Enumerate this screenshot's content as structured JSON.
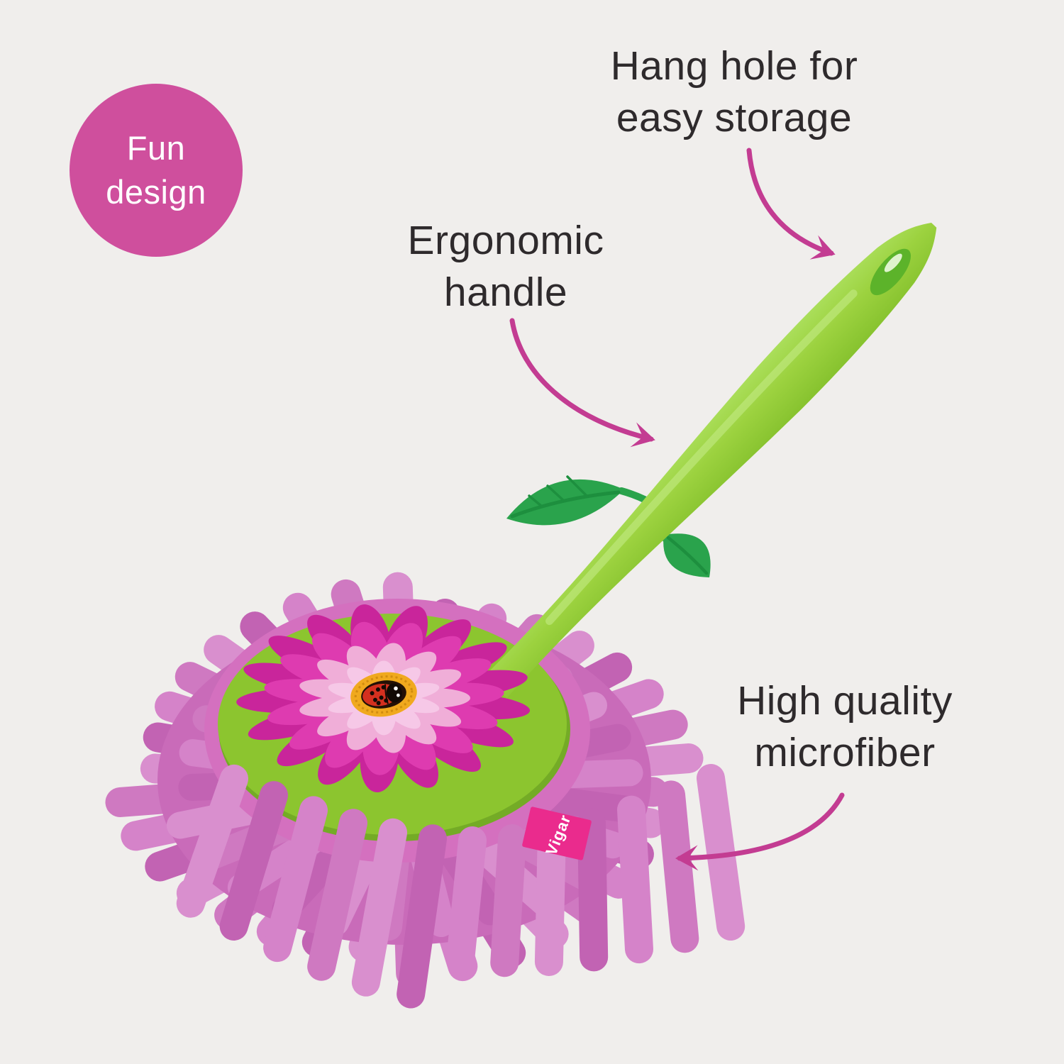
{
  "badge": {
    "line1": "Fun",
    "line2": "design",
    "bg": "#cf4f9d",
    "text_color": "#ffffff"
  },
  "annotations": {
    "hang_hole": {
      "line1": "Hang hole for",
      "line2": "easy storage"
    },
    "ergonomic": {
      "line1": "Ergonomic",
      "line2": "handle"
    },
    "microfiber": {
      "line1": "High quality",
      "line2": "microfiber"
    }
  },
  "product": {
    "brand_tag": "Vigar",
    "description": "flower shaped microfiber hand duster with green handle"
  },
  "colors": {
    "background": "#f0eeec",
    "text": "#2e2a2c",
    "arrow": "#c33c92",
    "handle_light": "#abdf5c",
    "handle_dark": "#86c22e",
    "handle_mid": "#9cd23f",
    "handle_highlight": "#c7ec8a",
    "hole_inner": "#5cb32a",
    "hole_glint": "#ecf9df",
    "leaf": "#2aa34c",
    "leaf_vein": "#1d8f3e",
    "disc": "#8cc52f",
    "disc_shadow": "#74ab26",
    "petal_outer": "#c9259b",
    "petal_mid": "#de3bb0",
    "petal_inner": "#f0aed8",
    "petal_inner2": "#f6c8e7",
    "center_ring": "#f0a91e",
    "center_ring_rib": "#d18c10",
    "center_dark": "#241106",
    "ladybug_red": "#d4301f",
    "ladybug_white": "#ffffff",
    "mop_base": "#c96bb9",
    "mop_noodles": [
      "#cf79c1",
      "#d98fce",
      "#c263b3",
      "#d583c9"
    ],
    "binding": "#d470bf",
    "tag_bg": "#ea2b8d",
    "tag_text": "#ffffff"
  }
}
